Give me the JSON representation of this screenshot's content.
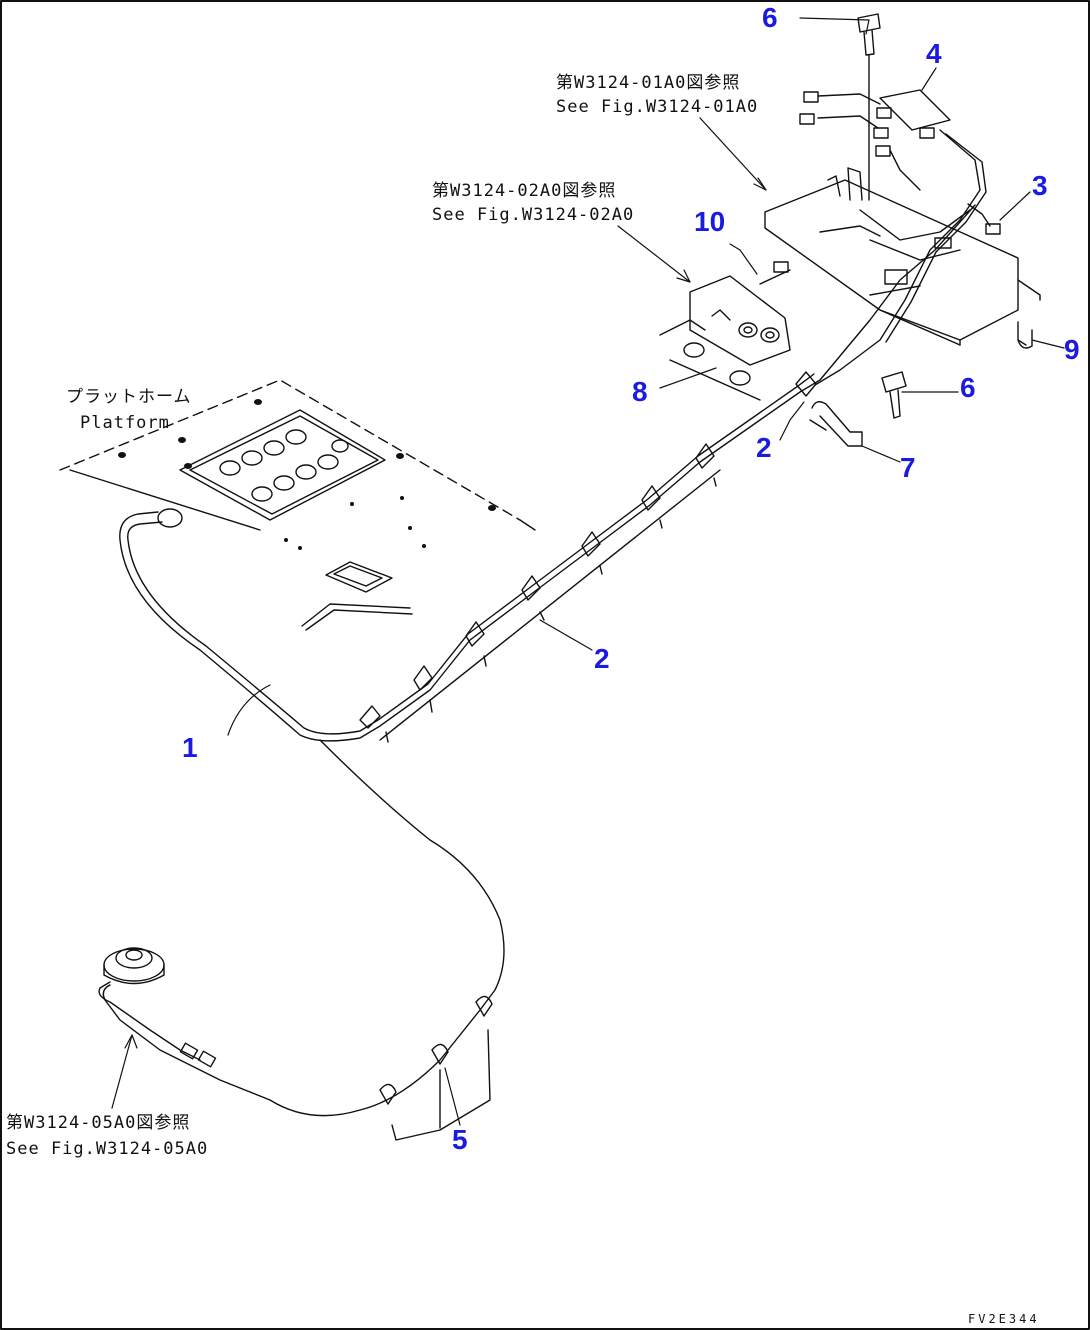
{
  "diagram": {
    "callouts": [
      {
        "id": "1",
        "text": "1"
      },
      {
        "id": "2a",
        "text": "2"
      },
      {
        "id": "2b",
        "text": "2"
      },
      {
        "id": "3",
        "text": "3"
      },
      {
        "id": "4",
        "text": "4"
      },
      {
        "id": "5",
        "text": "5"
      },
      {
        "id": "6a",
        "text": "6"
      },
      {
        "id": "6b",
        "text": "6"
      },
      {
        "id": "7",
        "text": "7"
      },
      {
        "id": "8",
        "text": "8"
      },
      {
        "id": "9",
        "text": "9"
      },
      {
        "id": "10",
        "text": "10"
      }
    ],
    "notes": {
      "fig_01a0_jp": "第W3124-01A0図参照",
      "fig_01a0_en": "See Fig.W3124-01A0",
      "fig_02a0_jp": "第W3124-02A0図参照",
      "fig_02a0_en": "See Fig.W3124-02A0",
      "fig_05a0_jp": "第W3124-05A0図参照",
      "fig_05a0_en": "See Fig.W3124-05A0",
      "platform_jp": "プラットホーム",
      "platform_en": "Platform"
    },
    "drawing_code": "FV2E344",
    "colors": {
      "callout": "#1a1ae0",
      "line": "#111111",
      "background": "#ffffff"
    }
  }
}
